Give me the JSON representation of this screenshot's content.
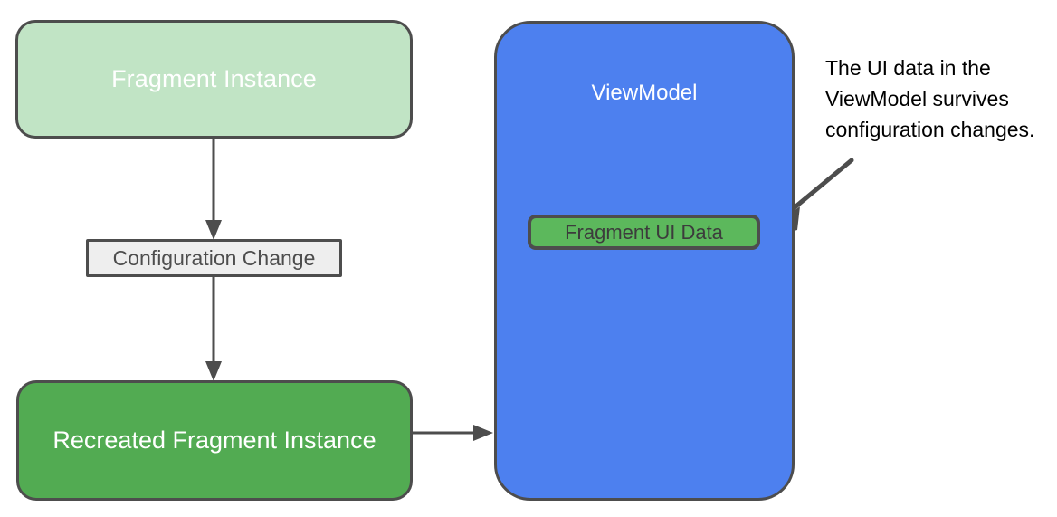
{
  "diagram": {
    "title": "ViewModel survives configuration change",
    "background": "#ffffff",
    "nodes": {
      "fragment_instance": {
        "label": "Fragment Instance",
        "fill": "#c1e4c5",
        "border": "#4d4d4d",
        "text_color": "#ffffff"
      },
      "configuration_change": {
        "label": "Configuration Change",
        "fill": "#eeeeee",
        "border": "#4d4d4d",
        "text_color": "#4d4d4d"
      },
      "recreated_fragment_instance": {
        "label": "Recreated Fragment Instance",
        "fill": "#52ab52",
        "border": "#4d4d4d",
        "text_color": "#ffffff"
      },
      "viewmodel": {
        "label": "ViewModel",
        "fill": "#4d80ef",
        "border": "#4d4d4d",
        "text_color": "#ffffff"
      },
      "fragment_ui_data": {
        "label": "Fragment UI Data",
        "fill": "#5cb85c",
        "border": "#4d4d4d",
        "text_color": "#3c3c3c"
      }
    },
    "annotation": {
      "text": "The UI data in the\nViewModel survives\nconfiguration changes.",
      "text_color": "#000000",
      "pointer_target": "fragment_ui_data"
    },
    "edges": [
      {
        "name": "fragment-instance-to-configuration-change",
        "from": "fragment_instance",
        "to": "configuration_change",
        "direction": "down",
        "color": "#4d4d4d"
      },
      {
        "name": "configuration-change-to-recreated-fragment-instance",
        "from": "configuration_change",
        "to": "recreated_fragment_instance",
        "direction": "down",
        "color": "#4d4d4d"
      },
      {
        "name": "recreated-fragment-instance-to-viewmodel",
        "from": "recreated_fragment_instance",
        "to": "viewmodel",
        "direction": "right",
        "color": "#4d4d4d"
      },
      {
        "name": "annotation-to-fragment-ui-data",
        "from": "annotation",
        "to": "fragment_ui_data",
        "direction": "down-left",
        "color": "#4d4d4d"
      }
    ]
  }
}
